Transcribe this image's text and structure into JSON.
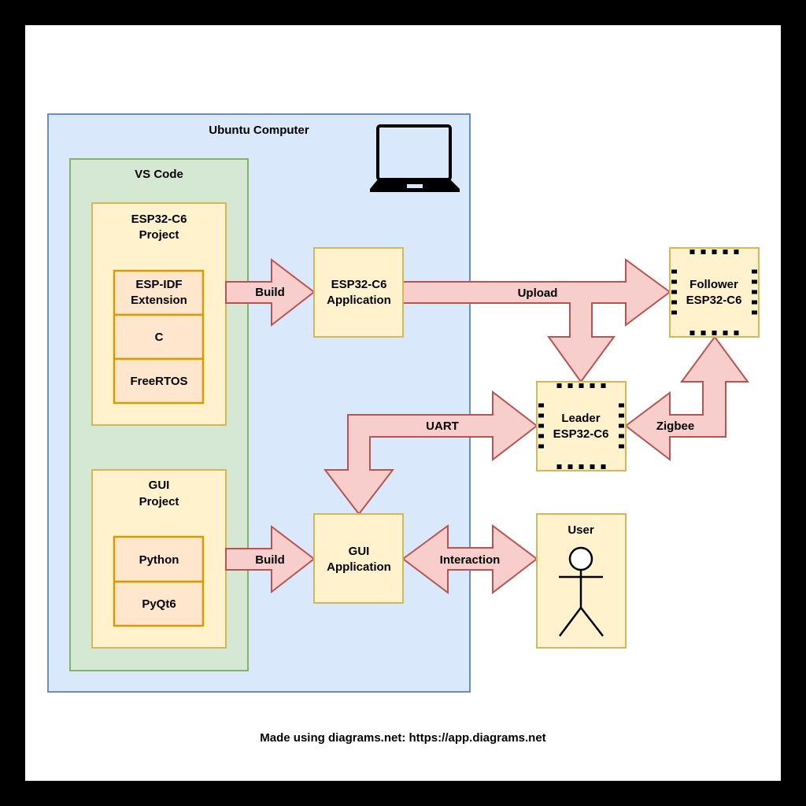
{
  "diagram": {
    "containers": {
      "ubuntu": {
        "label": "Ubuntu Computer",
        "icon": "laptop-icon"
      },
      "vscode": {
        "label": "VS Code"
      },
      "esp_project": {
        "label_lines": [
          "ESP32-C6",
          "Project"
        ]
      },
      "gui_project": {
        "label_lines": [
          "GUI",
          "Project"
        ]
      }
    },
    "esp_stack": [
      {
        "label_lines": [
          "ESP-IDF",
          "Extension"
        ]
      },
      {
        "label_lines": [
          "C"
        ]
      },
      {
        "label_lines": [
          "FreeRTOS"
        ]
      }
    ],
    "gui_stack": [
      {
        "label_lines": [
          "Python"
        ]
      },
      {
        "label_lines": [
          "PyQt6"
        ]
      }
    ],
    "nodes": {
      "esp_app": {
        "label_lines": [
          "ESP32-C6",
          "Application"
        ]
      },
      "gui_app": {
        "label_lines": [
          "GUI",
          "Application"
        ]
      },
      "follower": {
        "label_lines": [
          "Follower",
          "ESP32-C6"
        ],
        "icon": "chip-icon"
      },
      "leader": {
        "label_lines": [
          "Leader",
          "ESP32-C6"
        ],
        "icon": "chip-icon"
      },
      "user": {
        "label": "User",
        "icon": "stick-figure-icon"
      }
    },
    "edges": {
      "build_esp": {
        "label": "Build",
        "from": "ESP32-C6 Project",
        "to": "ESP32-C6 Application"
      },
      "build_gui": {
        "label": "Build",
        "from": "GUI Project",
        "to": "GUI Application"
      },
      "upload": {
        "label": "Upload",
        "from": "ESP32-C6 Application",
        "to": [
          "Follower ESP32-C6",
          "Leader ESP32-C6"
        ]
      },
      "uart": {
        "label": "UART",
        "between": [
          "GUI Application",
          "Leader ESP32-C6"
        ]
      },
      "zigbee": {
        "label": "Zigbee",
        "between": [
          "Leader ESP32-C6",
          "Follower ESP32-C6"
        ]
      },
      "interaction": {
        "label": "Interaction",
        "between": [
          "GUI Application",
          "User"
        ]
      }
    },
    "colors": {
      "computer_fill": "#dae8fc",
      "computer_stroke": "#6c8ebf",
      "vscode_fill": "#d5e8d4",
      "vscode_stroke": "#82b366",
      "node_fill": "#fff2cc",
      "node_stroke": "#d6b656",
      "stack_fill": "#ffe6cc",
      "stack_stroke": "#d79b00",
      "arrow_fill": "#f8cecc",
      "arrow_stroke": "#b85450"
    }
  },
  "footer": {
    "text": "Made using diagrams.net: https://app.diagrams.net"
  }
}
